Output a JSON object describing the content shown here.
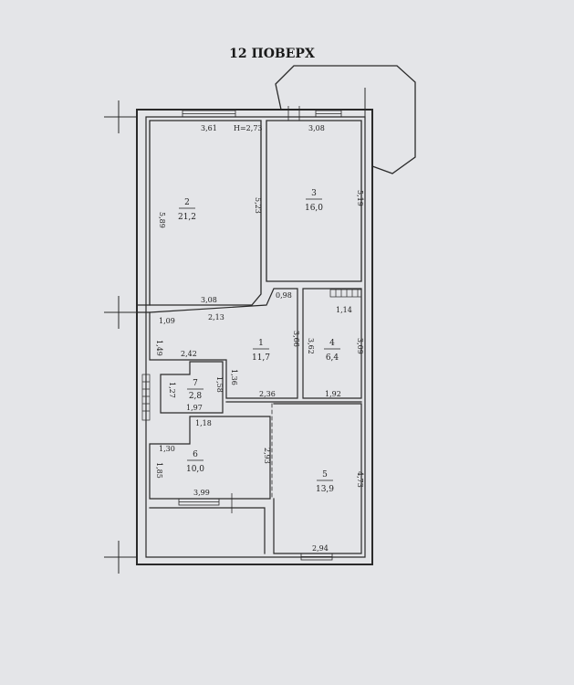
{
  "title": "12 ПОВЕРХ",
  "ceiling_height": "Н=2,73",
  "rooms": [
    {
      "number": "1",
      "area": "11,7"
    },
    {
      "number": "2",
      "area": "21,2"
    },
    {
      "number": "3",
      "area": "16,0"
    },
    {
      "number": "4",
      "area": "6,4"
    },
    {
      "number": "5",
      "area": "13,9"
    },
    {
      "number": "6",
      "area": "10,0"
    },
    {
      "number": "7",
      "area": "2,8"
    }
  ],
  "dimensions": [
    "3,61",
    "3,08",
    "5,89",
    "5,23",
    "5,19",
    "3,08",
    "0,98",
    "1,09",
    "2,13",
    "1,14",
    "1,49",
    "2,42",
    "3,66",
    "3,62",
    "3,09",
    "1,27",
    "1,58",
    "1,36",
    "1,97",
    "2,36",
    "1,92",
    "1,18",
    "1,30",
    "1,85",
    "2,93",
    "4,73",
    "3,99",
    "2,94"
  ]
}
